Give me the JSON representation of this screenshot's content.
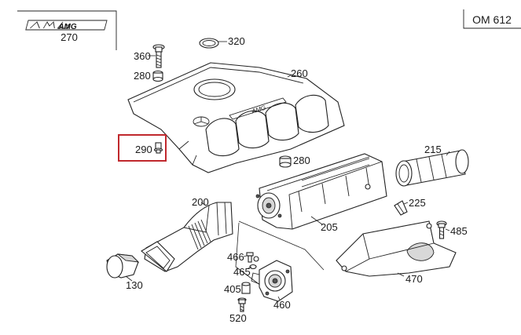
{
  "header": {
    "engine_code": "OM 612",
    "logo_text": "AMG",
    "logo_part_number": "270"
  },
  "callouts": {
    "p200": "200",
    "p205": "205",
    "p215": "215",
    "p225": "225",
    "p260": "260",
    "p280a": "280",
    "p280b": "280",
    "p290": "290",
    "p320": "320",
    "p360": "360",
    "p405": "405",
    "p460": "460",
    "p465": "465",
    "p466": "466",
    "p470": "470",
    "p485": "485",
    "p520": "520",
    "p130": "130"
  },
  "highlight": {
    "part": "290",
    "color": "#c0282d"
  }
}
